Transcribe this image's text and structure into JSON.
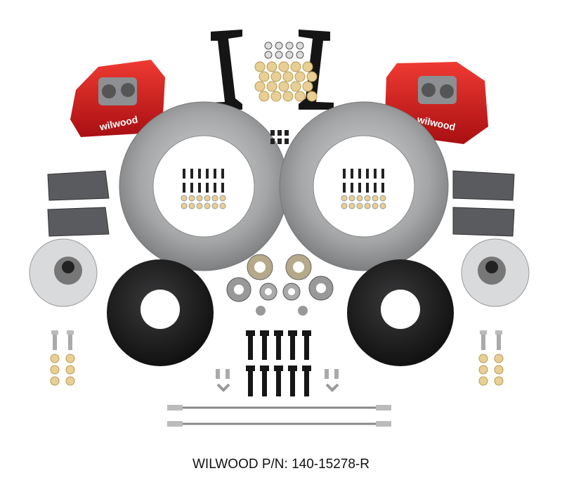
{
  "caption": "WILWOOD P/N: 140-15278-R",
  "logo_text": "wilwood",
  "colors": {
    "caliper": "#d8171b",
    "rotor": "#9a9c9e",
    "hat": "#1c1c1e",
    "background": "#ffffff",
    "washer": "#e7cf95"
  },
  "components": [
    "calipers",
    "caliper-brackets",
    "rotors",
    "rotor-hats",
    "brake-pads",
    "hubs",
    "bearings",
    "seals",
    "lug-studs",
    "brake-lines",
    "hardware"
  ]
}
